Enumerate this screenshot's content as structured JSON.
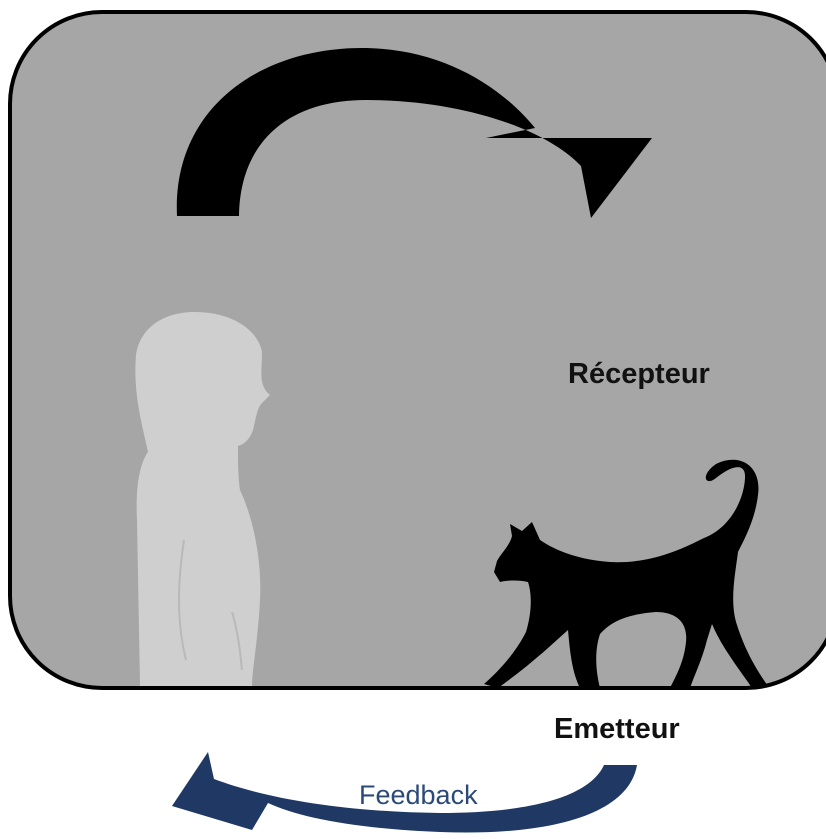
{
  "labels": {
    "receiver": "Récepteur",
    "sender": "Emetteur",
    "feedback": "Feedback"
  },
  "colors": {
    "panel_fill": "#a6a6a6",
    "panel_border": "#000000",
    "person_fill": "#cfcfcf",
    "cat_fill": "#000000",
    "message_arrow": "#000000",
    "feedback_arrow": "#1f3864",
    "feedback_text": "#2b4a78"
  },
  "icons": {
    "person": "woman-silhouette-icon",
    "cat": "cat-silhouette-icon",
    "message_arrow": "curved-arrow-right-icon",
    "feedback_arrow": "curved-arrow-left-icon"
  }
}
